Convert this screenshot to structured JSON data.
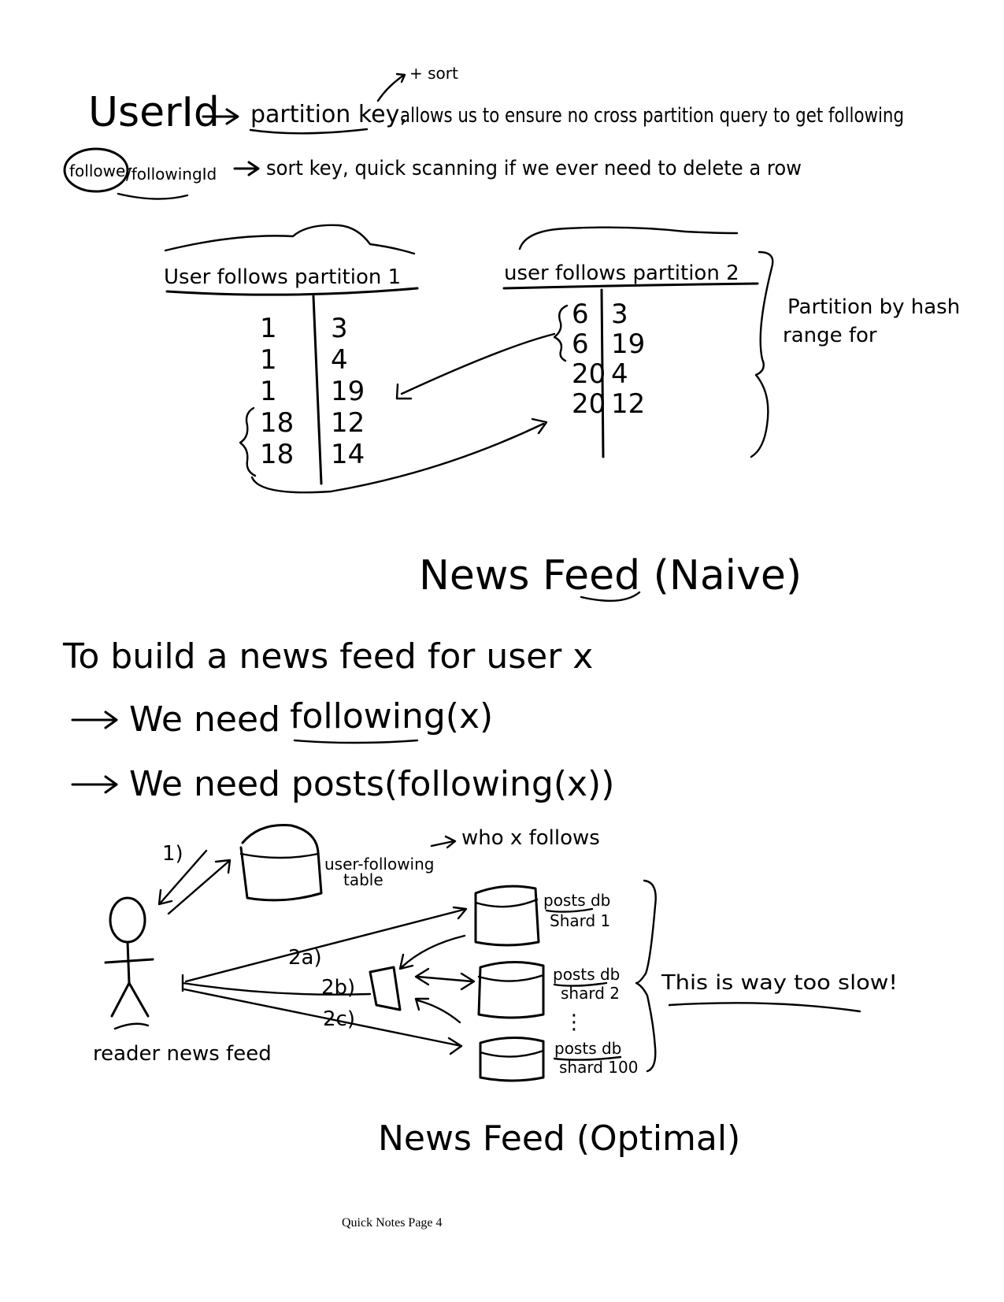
{
  "notes": {
    "line1_userid": "UserId",
    "line1_partition": "partition key,",
    "line1_sort_note": "+ sort",
    "line1_rest": "allows us to ensure no cross partition query to get following",
    "line2_follower": "follower",
    "line2_following": "/followingId",
    "line2_rest": "sort key, quick scanning if we ever need to delete a row"
  },
  "partition1": {
    "label": "User follows partition 1",
    "rows": [
      [
        "1",
        "3"
      ],
      [
        "1",
        "4"
      ],
      [
        "1",
        "19"
      ],
      [
        "18",
        "12"
      ],
      [
        "18",
        "14"
      ]
    ]
  },
  "partition2": {
    "label": "user follows partition 2",
    "rows": [
      [
        "6",
        "3"
      ],
      [
        "6",
        "19"
      ],
      [
        "20",
        "4"
      ],
      [
        "20",
        "12"
      ]
    ]
  },
  "partition_note": [
    "Partition by hash",
    "range for"
  ],
  "naive": {
    "heading": "News Feed (Naive)",
    "line1": "To build a news feed for user x",
    "line2_prefix": "We need",
    "line2_term": "following(x)",
    "line3": "We need posts(following(x))"
  },
  "diagram": {
    "step1": "1)",
    "user_table_label": [
      "user-following",
      "table"
    ],
    "who_follows": "who x follows",
    "step2a": "2a)",
    "step2b": "2b)",
    "step2c": "2c)",
    "reader_label": "reader news feed",
    "shard1": [
      "posts db",
      "Shard 1"
    ],
    "shard2": [
      "posts db",
      "shard 2"
    ],
    "shard100": [
      "posts db",
      "shard 100"
    ],
    "ellipsis": "⋮",
    "slow_note": "This is way too slow!"
  },
  "optimal_heading": "News Feed (Optimal)",
  "footer": "Quick Notes Page 4"
}
